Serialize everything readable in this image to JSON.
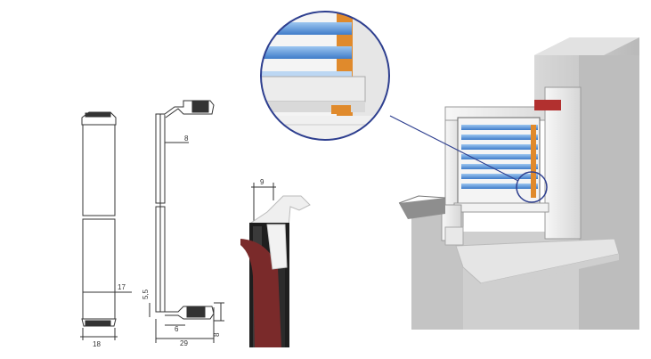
{
  "dimensions": {
    "front_width": "18",
    "front_height": "17",
    "side_depth": "29",
    "side_small": "6",
    "side_gap": "8",
    "side_foot": "5,5",
    "side_offset": "8",
    "detail_width": "9"
  },
  "colors": {
    "line": "#333333",
    "slat_blue": "#4a86d4",
    "seal_orange": "#e08a2c",
    "gasket_red": "#7a2a2a",
    "callout_blue": "#2e3f8f",
    "concrete": "#c9c9c9",
    "sill": "#e3e3e3"
  }
}
